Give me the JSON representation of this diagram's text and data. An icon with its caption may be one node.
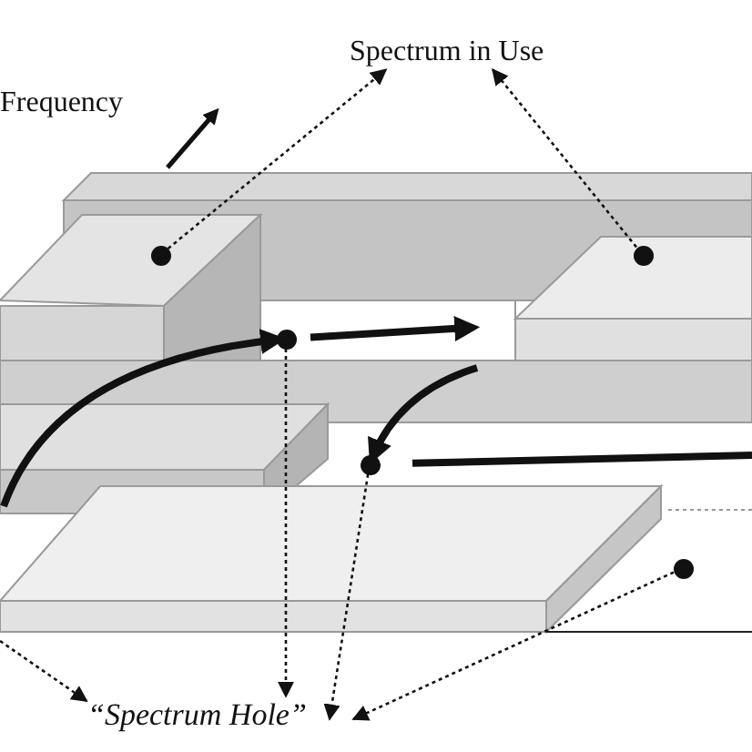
{
  "diagram": {
    "nodes": [
      {
        "text": [
          "Spectrum in Use"
        ]
      },
      {
        "text": [
          "“Spectrum Hole”"
        ]
      },
      {
        "text": [],
        "shape": "circle"
      },
      {
        "text": [],
        "shape": "circle"
      },
      {
        "text": [],
        "shape": "circle"
      },
      {
        "text": [],
        "shape": "circle"
      },
      {
        "text": [],
        "shape": "circle"
      }
    ],
    "edges": [
      {
        "from": 2,
        "to": 0,
        "arrow": "to",
        "style": "dashed"
      },
      {
        "from": 3,
        "to": 0,
        "arrow": "to",
        "style": "dashed"
      },
      {
        "from": 4,
        "to": 1,
        "arrow": "to",
        "style": "dashed"
      },
      {
        "from": 5,
        "to": 1,
        "arrow": "to",
        "style": "dashed"
      },
      {
        "from": 6,
        "to": 1,
        "arrow": "to",
        "style": "dashed"
      },
      {
        "from": null,
        "to": 1,
        "arrow": "to",
        "style": "dashed"
      },
      {
        "from": null,
        "to": 4,
        "arrow": "to",
        "style": "thick"
      },
      {
        "from": 4,
        "to": null,
        "arrow": "to",
        "style": "thick"
      },
      {
        "from": null,
        "to": 5,
        "arrow": "to",
        "style": "thick"
      },
      {
        "from": 5,
        "to": null,
        "arrow": "none",
        "style": "thick"
      }
    ],
    "labels": [
      "Frequency"
    ]
  }
}
